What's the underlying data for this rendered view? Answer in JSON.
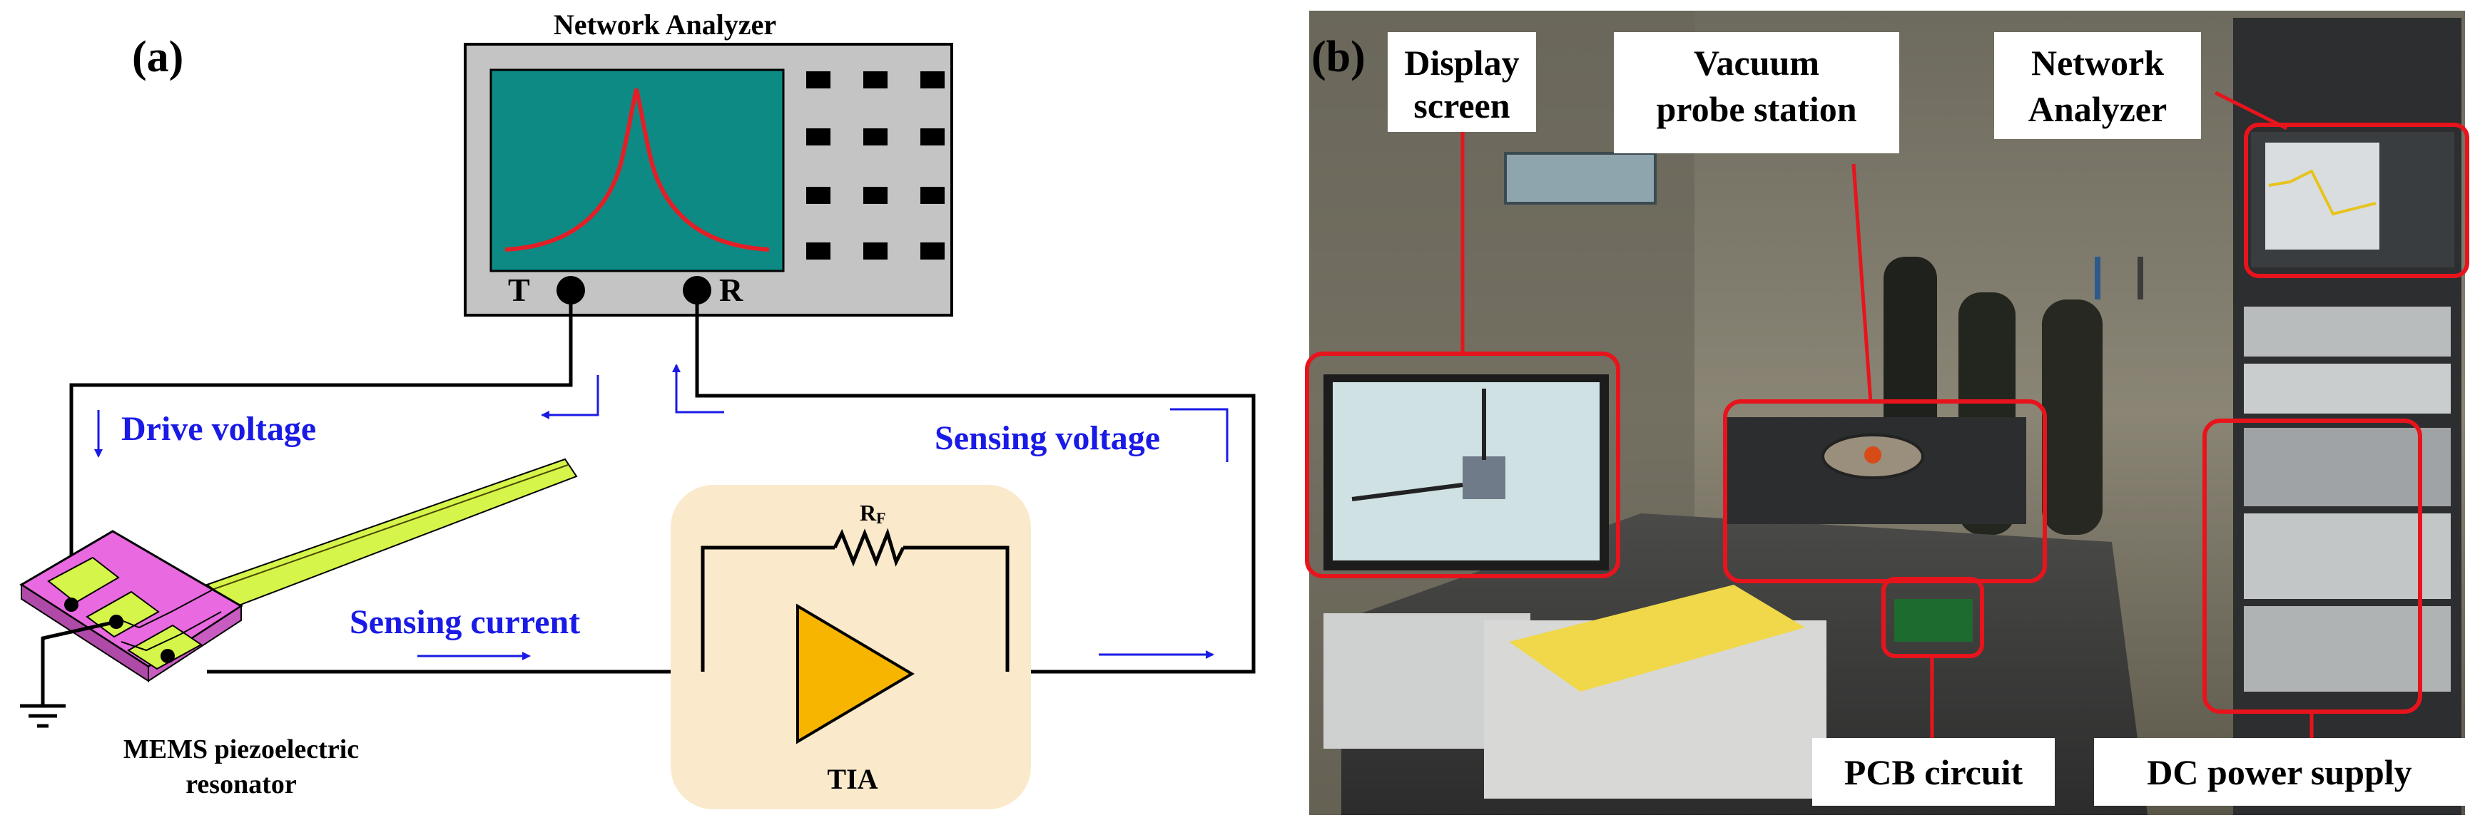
{
  "panel_a": {
    "tag": "(a)",
    "network_analyzer": {
      "title": "Network Analyzer",
      "port_t": "T",
      "port_r": "R"
    },
    "drive_voltage": "Drive voltage",
    "sensing_voltage": "Sensing voltage",
    "sensing_current": "Sensing current",
    "resonator_label_line1": "MEMS piezoelectric",
    "resonator_label_line2": "resonator",
    "tia_label": "TIA",
    "rf_label_main": "R",
    "rf_label_sub": "F",
    "colors": {
      "screen": "#0e8a85",
      "curve": "#e21f26",
      "arrow_text": "#1a1ae6",
      "tia_box": "#fbe9cb",
      "amplifier": "#f7b500",
      "resonator": "#e869e0",
      "electrode": "#d6f54a"
    }
  },
  "panel_b": {
    "tag": "(b)",
    "labels": {
      "display_line1": "Display",
      "display_line2": "screen",
      "vacuum_line1": "Vacuum",
      "vacuum_line2": "probe station",
      "network_line1": "Network",
      "network_line2": "Analyzer",
      "pcb": "PCB circuit",
      "dc": "DC power supply"
    },
    "highlight_color": "#e8141c"
  }
}
